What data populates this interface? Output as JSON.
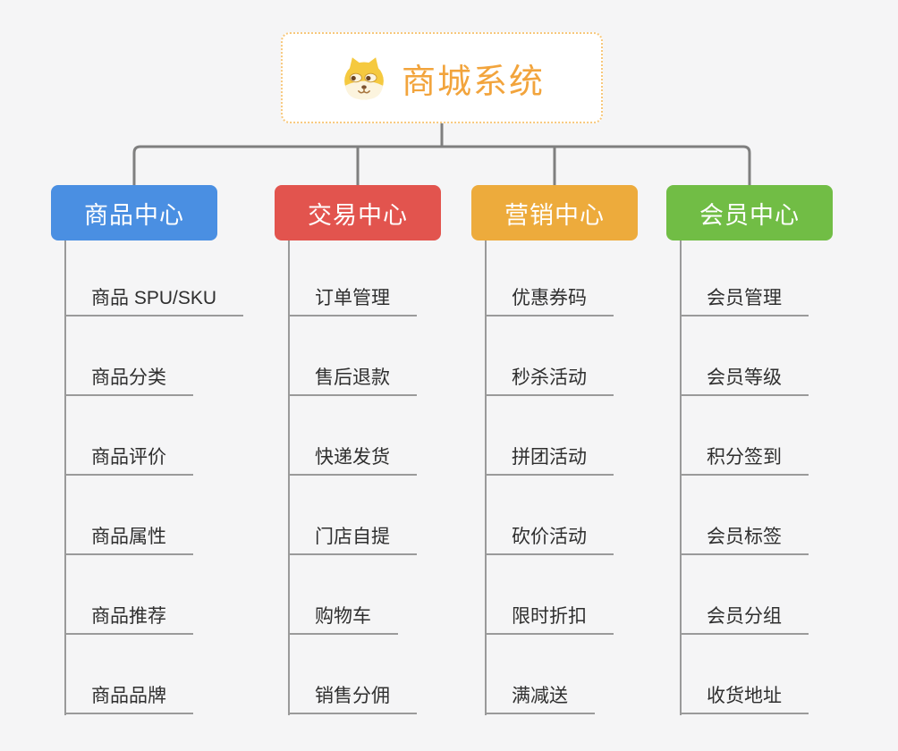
{
  "page": {
    "background": "#f5f5f6"
  },
  "root": {
    "title": "商城系统",
    "icon": "doge-icon",
    "title_color": "#f2a43c",
    "border_color": "#f7c87c",
    "background": "#ffffff"
  },
  "connector_color": "#7f7f7f",
  "leaf_line_color": "#9a9a9a",
  "leaf_text_color": "#2f2f2f",
  "branches": [
    {
      "label": "商品中心",
      "color": "#4a8fe2",
      "children": [
        "商品 SPU/SKU",
        "商品分类",
        "商品评价",
        "商品属性",
        "商品推荐",
        "商品品牌"
      ]
    },
    {
      "label": "交易中心",
      "color": "#e2544e",
      "children": [
        "订单管理",
        "售后退款",
        "快递发货",
        "门店自提",
        "购物车",
        "销售分佣"
      ]
    },
    {
      "label": "营销中心",
      "color": "#edab3c",
      "children": [
        "优惠券码",
        "秒杀活动",
        "拼团活动",
        "砍价活动",
        "限时折扣",
        "满减送"
      ]
    },
    {
      "label": "会员中心",
      "color": "#71bd45",
      "children": [
        "会员管理",
        "会员等级",
        "积分签到",
        "会员标签",
        "会员分组",
        "收货地址"
      ]
    }
  ]
}
